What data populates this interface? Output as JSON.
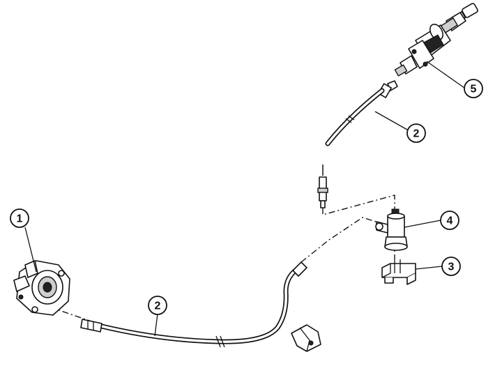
{
  "callouts": [
    {
      "id": "1",
      "label": "1"
    },
    {
      "id": "2a",
      "label": "2"
    },
    {
      "id": "2b",
      "label": "2"
    },
    {
      "id": "3",
      "label": "3"
    },
    {
      "id": "4",
      "label": "4"
    },
    {
      "id": "5",
      "label": "5"
    }
  ]
}
